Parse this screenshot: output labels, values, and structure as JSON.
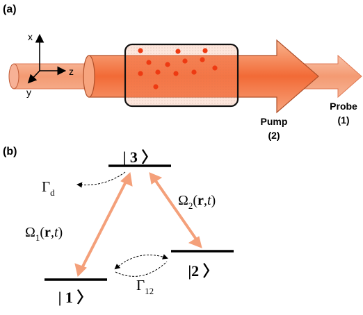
{
  "panel_a": {
    "label": "(a)",
    "axes": {
      "x": "x",
      "y": "y",
      "z": "z"
    },
    "pump_label": "Pump",
    "pump_index": "(2)",
    "probe_label": "Probe",
    "probe_index": "(1)",
    "atom_count": 13,
    "colors": {
      "probe": "#f4a07a",
      "pump": "#f37a4e",
      "pump_core": "#f35a2a",
      "atom": "#ee3a12"
    }
  },
  "panel_b": {
    "label": "(b)",
    "level_3": "| 3 〉",
    "level_2": "|2 〉",
    "level_1": "| 1 〉",
    "gamma_d_symbol": "Γ",
    "gamma_d_sub": "d",
    "gamma_12_symbol": "Γ",
    "gamma_12_sub": "12",
    "omega1": {
      "symbol": "Ω",
      "sub": "1",
      "arg_open": "(",
      "r": "r",
      "arg_rest": ",",
      "t": "t",
      "arg_close": ")"
    },
    "omega2": {
      "symbol": "Ω",
      "sub": "2",
      "arg_open": "(",
      "r": "r",
      "arg_rest": ",",
      "t": "t",
      "arg_close": ")"
    },
    "colors": {
      "coupling_arrow": "#f4a07a",
      "levels": "#000000"
    }
  }
}
